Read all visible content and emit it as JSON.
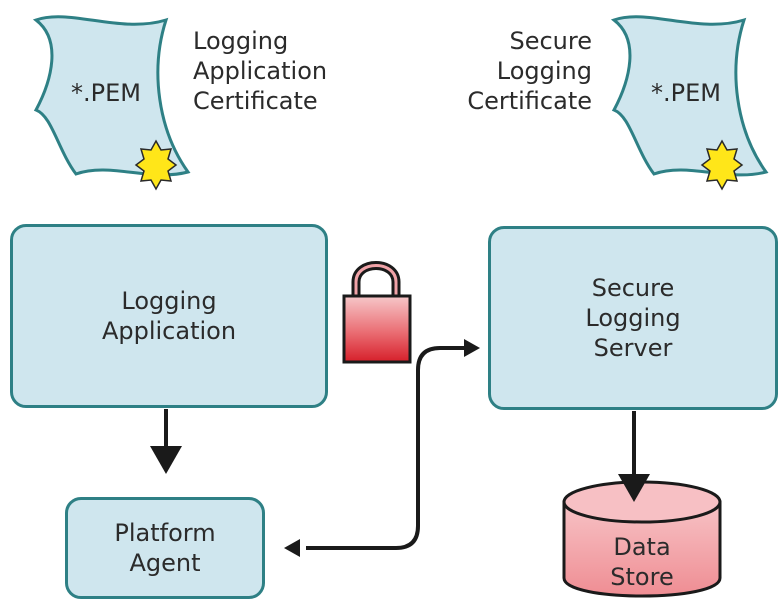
{
  "certificates": {
    "left": {
      "file_label": "*.PEM",
      "caption": "Logging\nApplication\nCertificate"
    },
    "right": {
      "file_label": "*.PEM",
      "caption": "Secure\nLogging\nCertificate"
    }
  },
  "nodes": {
    "logging_application": "Logging\nApplication",
    "secure_logging_server": "Secure\nLogging\nServer",
    "platform_agent": "Platform\nAgent",
    "data_store": "Data\nStore"
  },
  "icons": {
    "certificate": "certificate-scroll-icon",
    "seal": "seal-starburst-icon",
    "lock": "padlock-icon"
  },
  "colors": {
    "box_fill": "#cfe6ee",
    "box_stroke": "#2e8085",
    "seal_fill": "#ffe619",
    "lock_red": "#e23a42",
    "store_fill": "#f4a9ad",
    "arrow": "#1a1a1a"
  }
}
